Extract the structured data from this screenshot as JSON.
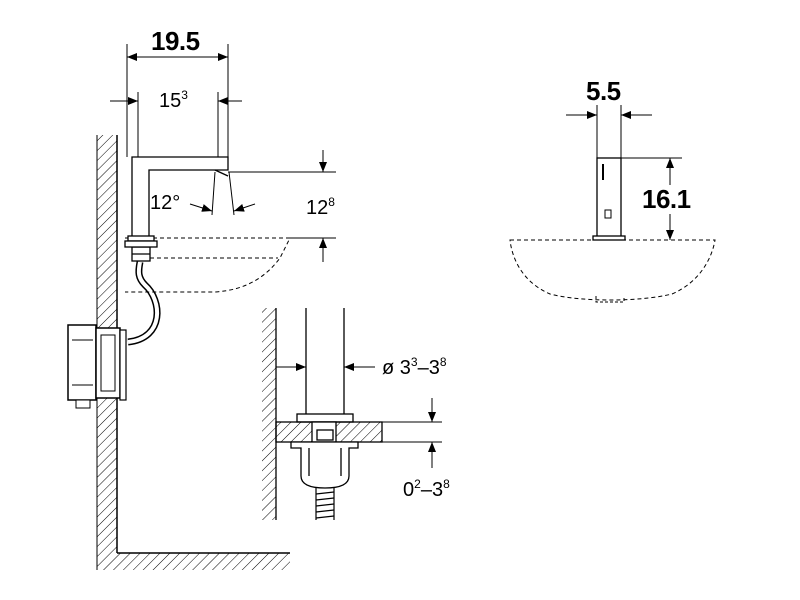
{
  "dimensions": {
    "spout_projection": "19.5",
    "inner_width_base": "15",
    "inner_width_sup": "3",
    "spout_angle": "12°",
    "spout_height_base": "12",
    "spout_height_sup": "8",
    "body_width": "5.5",
    "body_height": "16.1",
    "diameter_symbol": "ø",
    "diameter_min_base": "3",
    "diameter_min_sup": "3",
    "diameter_dash": "–",
    "diameter_max_base": "3",
    "diameter_max_sup": "8",
    "thickness_min_base": "0",
    "thickness_min_sup": "2",
    "thickness_dash": "–",
    "thickness_max_base": "3",
    "thickness_max_sup": "8"
  },
  "colors": {
    "line": "#000000",
    "background": "#ffffff"
  }
}
